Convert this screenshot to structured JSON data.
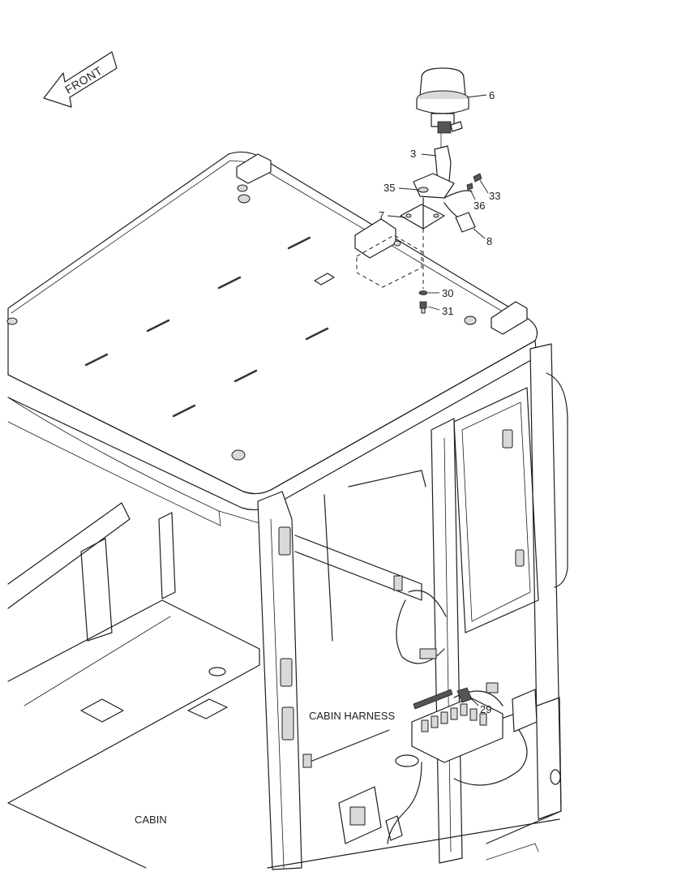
{
  "direction_arrow": {
    "label": "FRONT",
    "icon": "front-direction-arrow-icon"
  },
  "callouts": [
    {
      "id": "6",
      "label": "6"
    },
    {
      "id": "3",
      "label": "3"
    },
    {
      "id": "35",
      "label": "35"
    },
    {
      "id": "33",
      "label": "33"
    },
    {
      "id": "36",
      "label": "36"
    },
    {
      "id": "7",
      "label": "7"
    },
    {
      "id": "8",
      "label": "8"
    },
    {
      "id": "30",
      "label": "30"
    },
    {
      "id": "31",
      "label": "31"
    },
    {
      "id": "29",
      "label": "29"
    }
  ],
  "captions": {
    "cabin_harness": "CABIN HARNESS",
    "cabin": "CABIN"
  }
}
